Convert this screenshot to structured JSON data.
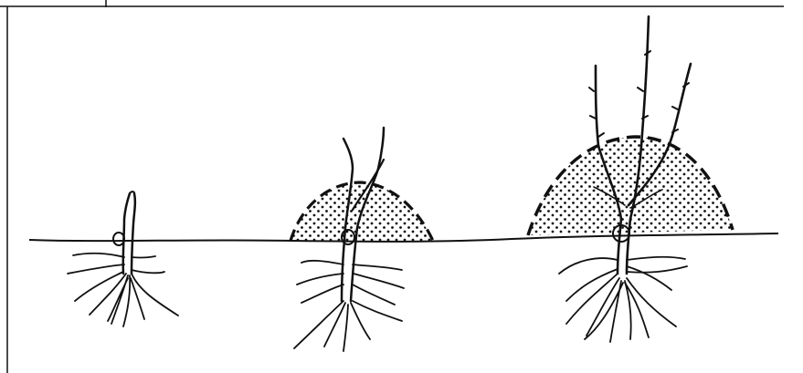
{
  "figure": {
    "description_visible_text": "",
    "stages": [
      {
        "id": "stage-1",
        "has_mound": false,
        "shoots": 1
      },
      {
        "id": "stage-2",
        "has_mound": true,
        "shoots": 2
      },
      {
        "id": "stage-3",
        "has_mound": true,
        "shoots": 3
      }
    ],
    "colors": {
      "ink": "#111111",
      "background": "#ffffff"
    }
  }
}
